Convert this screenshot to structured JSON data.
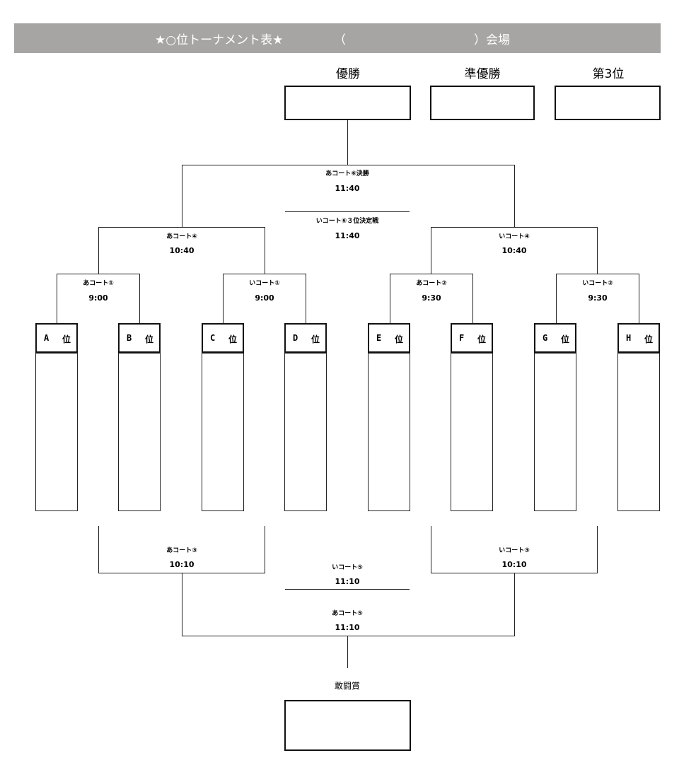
{
  "header": {
    "title": "★○位トーナメント表★",
    "paren_open": "（",
    "paren_close": "）会場"
  },
  "prizes": {
    "winner": "優勝",
    "runner_up": "準優勝",
    "third": "第3位",
    "fighting_spirit": "敢闘賞"
  },
  "matches": {
    "final": {
      "label": "あコート⑥決勝",
      "time": "11:40"
    },
    "third_place": {
      "label": "いコート⑥３位決定戦",
      "time": "11:40"
    },
    "semi_left": {
      "label": "あコート④",
      "time": "10:40"
    },
    "semi_right": {
      "label": "いコート④",
      "time": "10:40"
    },
    "r1_ab": {
      "label": "あコート①",
      "time": "9:00"
    },
    "r1_cd": {
      "label": "いコート①",
      "time": "9:00"
    },
    "r1_ef": {
      "label": "あコート②",
      "time": "9:30"
    },
    "r1_gh": {
      "label": "いコート②",
      "time": "9:30"
    },
    "cons_left": {
      "label": "あコート③",
      "time": "10:10"
    },
    "cons_right": {
      "label": "いコート③",
      "time": "10:10"
    },
    "cons_i5": {
      "label": "いコート⑤",
      "time": "11:10"
    },
    "cons_a5": {
      "label": "あコート⑤",
      "time": "11:10"
    }
  },
  "teams": [
    {
      "letter": "A",
      "suffix": "位"
    },
    {
      "letter": "B",
      "suffix": "位"
    },
    {
      "letter": "C",
      "suffix": "位"
    },
    {
      "letter": "D",
      "suffix": "位"
    },
    {
      "letter": "E",
      "suffix": "位"
    },
    {
      "letter": "F",
      "suffix": "位"
    },
    {
      "letter": "G",
      "suffix": "位"
    },
    {
      "letter": "H",
      "suffix": "位"
    }
  ]
}
